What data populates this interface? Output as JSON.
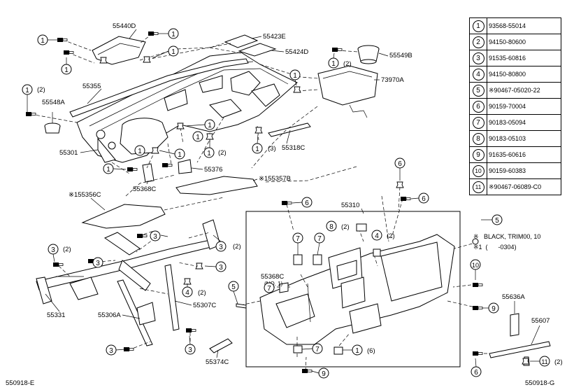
{
  "parts": {
    "p55440D": "55440D",
    "p55423E": "55423E",
    "p55424D": "55424D",
    "p55549B": "55549B",
    "p55355": "55355",
    "p73970A": "73970A",
    "p55548A": "55548A",
    "p55301": "55301",
    "p55318C": "55318C",
    "p55376": "55376",
    "p55368C": "55368C",
    "p155357B": "※155357B",
    "p155356C": "※155356C",
    "p55310": "55310",
    "p55368C_no1": "55368C",
    "p55368C_no1_sub": "(NO. 1)",
    "p55331": "55331",
    "p55306A": "55306A",
    "p55307C": "55307C",
    "p55374C": "55374C",
    "p55636A": "55636A",
    "p55607": "55607"
  },
  "qty": {
    "q2": "(2)",
    "q3": "(3)",
    "q6": "(6)"
  },
  "legend": [
    {
      "n": "1",
      "part": "93568-55014"
    },
    {
      "n": "2",
      "part": "94150-80600"
    },
    {
      "n": "3",
      "part": "91535-60816"
    },
    {
      "n": "4",
      "part": "94150-80800"
    },
    {
      "n": "5",
      "part": "※90467-05020-22"
    },
    {
      "n": "6",
      "part": "90159-70004"
    },
    {
      "n": "7",
      "part": "90183-05094"
    },
    {
      "n": "8",
      "part": "90183-05103"
    },
    {
      "n": "9",
      "part": "91635-60616"
    },
    {
      "n": "10",
      "part": "90159-60383"
    },
    {
      "n": "11",
      "part": "※90467-06089-C0"
    }
  ],
  "notes": {
    "line1": "※   BLACK, TRIM00, 10",
    "line2": "※1  (      -0304)"
  },
  "footer": {
    "left": "550918-E",
    "right": "550918-G"
  }
}
